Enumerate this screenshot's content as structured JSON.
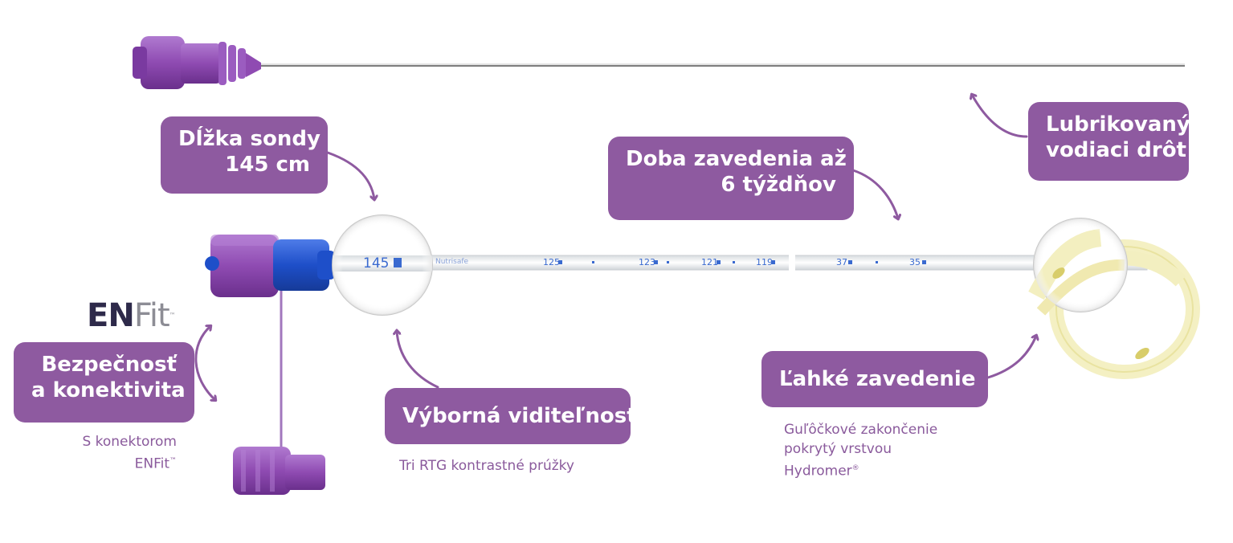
{
  "callouts": {
    "length": {
      "lines": [
        "Dĺžka sondy",
        "145 cm"
      ]
    },
    "duration": {
      "lines": [
        "Doba zavedenia až",
        "6 týždňov"
      ]
    },
    "guidewire": {
      "lines": [
        "Lubrikovaný",
        "vodiaci drôt"
      ]
    },
    "safety": {
      "lines": [
        "Bezpečnosť",
        "a konektivita"
      ]
    },
    "visibility": {
      "lines": [
        "Výborná viditeľnosť"
      ]
    },
    "insertion": {
      "lines": [
        "Ľahké zavedenie"
      ]
    }
  },
  "notes": {
    "safety": {
      "line1": "S konektorom",
      "line2": "ENFit",
      "line2_suffix": "™"
    },
    "visibility": {
      "line1": "Tri RTG kontrastné prúžky"
    },
    "insertion": {
      "line1": "Guľôčkové zakončenie",
      "line2": "pokrytý vrstvou",
      "line3": "Hydromer",
      "line3_suffix": "®"
    }
  },
  "logo": {
    "en": "EN",
    "fit": "Fit",
    "tm": "™"
  },
  "tube_markings": {
    "zoom": "145",
    "brand": "Nutrisafe",
    "marks": [
      "125",
      "123",
      "121",
      "119",
      "37",
      "35"
    ]
  },
  "colors": {
    "callout_bg": "#8e5aa0",
    "note_text": "#8a5a9c",
    "connector_purple": "#8f4bb2",
    "connector_blue": "#1e4fc9",
    "tube_mark_blue": "#3a6ad0",
    "tip_yellow": "#f3efc0"
  }
}
